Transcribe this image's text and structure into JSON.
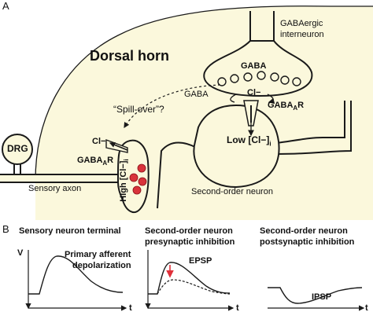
{
  "panel_a": {
    "letter": "A",
    "dorsal_horn": "Dorsal horn",
    "interneuron_line1": "GABAergic",
    "interneuron_line2": "interneuron",
    "gaba_vesicle": "GABA",
    "gaba_spill": "GABA",
    "spillover": "“Spill-over”?",
    "cl_post": "Cl−",
    "gabaar_post": "GABA",
    "gabaar_post_sub": "A",
    "gabaar_post_r": "R",
    "low_cl": "Low [Cl−]",
    "low_cl_sub": "i",
    "drg": "DRG",
    "cl_pre": "Cl−",
    "gabaar_pre": "GABA",
    "gabaar_pre_sub": "A",
    "gabaar_pre_r": "R",
    "high_cl": "High [Cl−]",
    "high_cl_sub": "i",
    "sensory_axon": "Sensory axon",
    "second_order": "Second-order neuron"
  },
  "panel_b": {
    "letter": "B",
    "plot1_title": "Sensory neuron terminal",
    "plot1_label_line1": "Primary afferent",
    "plot1_label_line2": "depolarization",
    "plot2_title_line1": "Second-order neuron",
    "plot2_title_line2": "presynaptic inhibition",
    "plot2_label": "EPSP",
    "plot3_title_line1": "Second-order neuron",
    "plot3_title_line2": "postsynaptic inhibition",
    "plot3_label": "IPSP",
    "axis_v": "V",
    "axis_t": "t"
  },
  "colors": {
    "cell_fill": "#fbf8dc",
    "outline": "#1a1a1a",
    "vesicle_red": "#d9333b",
    "arrow_red": "#e0303a"
  }
}
